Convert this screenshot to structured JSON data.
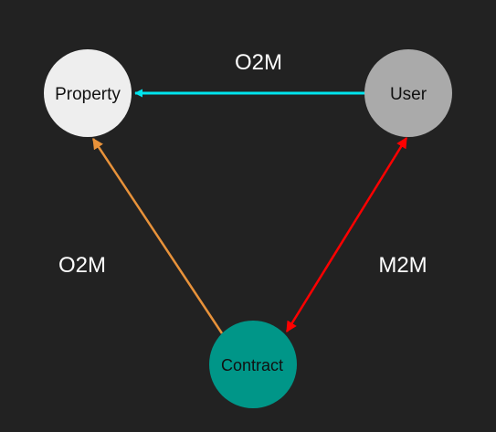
{
  "nodes": {
    "property": {
      "label": "Property",
      "fill": "#eeeeee",
      "text_color": "#111111"
    },
    "user": {
      "label": "User",
      "fill": "#aaaaaa",
      "text_color": "#111111"
    },
    "contract": {
      "label": "Contract",
      "fill": "#009688",
      "text_color": "#111111"
    }
  },
  "edges": {
    "user_property": {
      "label": "O2M",
      "color": "#00e5ee",
      "direction": "user-to-property"
    },
    "contract_property": {
      "label": "O2M",
      "color": "#e8923a",
      "direction": "contract-to-property"
    },
    "user_contract": {
      "label": "M2M",
      "color": "#ff0000",
      "direction": "bidirectional"
    }
  },
  "colors": {
    "background": "#222222"
  }
}
